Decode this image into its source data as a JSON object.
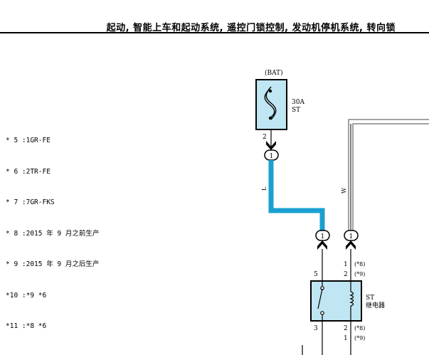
{
  "page": {
    "title": "起动, 智能上车和起动系统, 遥控门锁控制, 发动机停机系统, 转向锁"
  },
  "notes": [
    "* 5 :1GR-FE",
    "* 6 :2TR-FE",
    "* 7 :7GR-FKS",
    "* 8 :2015 年 9 月之前生产",
    "* 9 :2015 年 9 月之后生产",
    "*10 :*9 *6",
    "*11 :*8 *6"
  ],
  "fuse": {
    "source_label": "(BAT)",
    "rating": "30A",
    "name": "ST",
    "pin": "2"
  },
  "connectors": {
    "fuse_connector": "1",
    "relay_in_connector": "1",
    "w_connector": "1"
  },
  "wires": {
    "blue_color_code": "L",
    "white_color_code": "W",
    "blue_color": "#1aa0d0",
    "frame_color": "#444444"
  },
  "relay": {
    "name": "ST",
    "desc": "继电器",
    "pin_top_left": "5",
    "pin_top_right_a": "1",
    "pin_top_right_a_note": "(*8)",
    "pin_top_right_b": "2",
    "pin_top_right_b_note": "(*9)",
    "pin_bottom_left": "3",
    "pin_bottom_right_a": "2",
    "pin_bottom_right_a_note": "(*8)",
    "pin_bottom_right_b": "1",
    "pin_bottom_right_b_note": "(*9)",
    "fill": "#bfe6f2"
  }
}
